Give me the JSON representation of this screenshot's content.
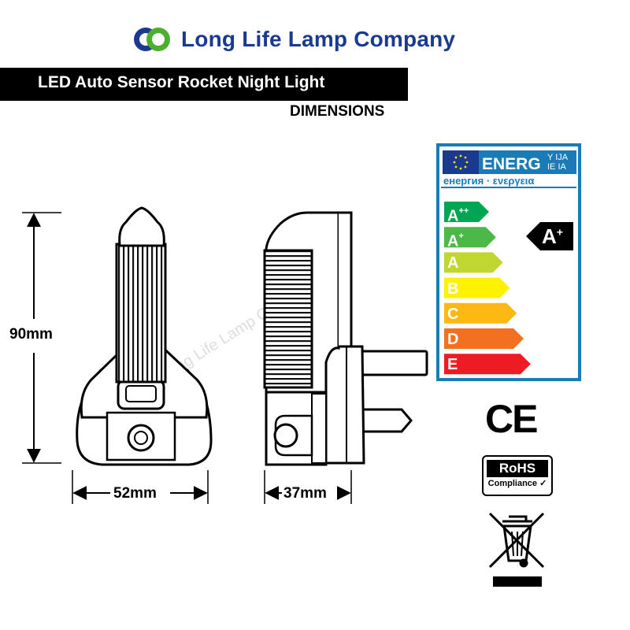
{
  "brand": {
    "name": "Long Life Lamp Company",
    "logo_icon": "two-overlapping-circles-logo-icon",
    "colors": {
      "blue": "#1a3a8f",
      "green": "#4caf2d"
    }
  },
  "header": {
    "title": "LED Auto Sensor Rocket Night Light",
    "subtitle": "DIMENSIONS"
  },
  "dimensions": {
    "height": "90mm",
    "width": "52mm",
    "depth": "37mm"
  },
  "watermark": "Long Life Lamp Company",
  "energy_label": {
    "header_text": "ENERG",
    "header_superscript": "Y IJA\nIE IA",
    "subheader": "енергия · ενεργεια",
    "classes": [
      {
        "label": "A",
        "sup": "++",
        "color": "#00a651"
      },
      {
        "label": "A",
        "sup": "+",
        "color": "#4cb847"
      },
      {
        "label": "A",
        "sup": "",
        "color": "#bfd730"
      },
      {
        "label": "B",
        "sup": "",
        "color": "#fff200"
      },
      {
        "label": "C",
        "sup": "",
        "color": "#fdb913"
      },
      {
        "label": "D",
        "sup": "",
        "color": "#f37021"
      },
      {
        "label": "E",
        "sup": "",
        "color": "#ed1c24"
      }
    ],
    "rating": {
      "label": "A",
      "sup": "+"
    },
    "border_color": "#1b7bb6"
  },
  "certifications": {
    "ce": "CE",
    "rohs_top": "RoHS",
    "rohs_bottom": "Compliance",
    "weee_icon": "crossed-out-wheelie-bin-icon"
  }
}
